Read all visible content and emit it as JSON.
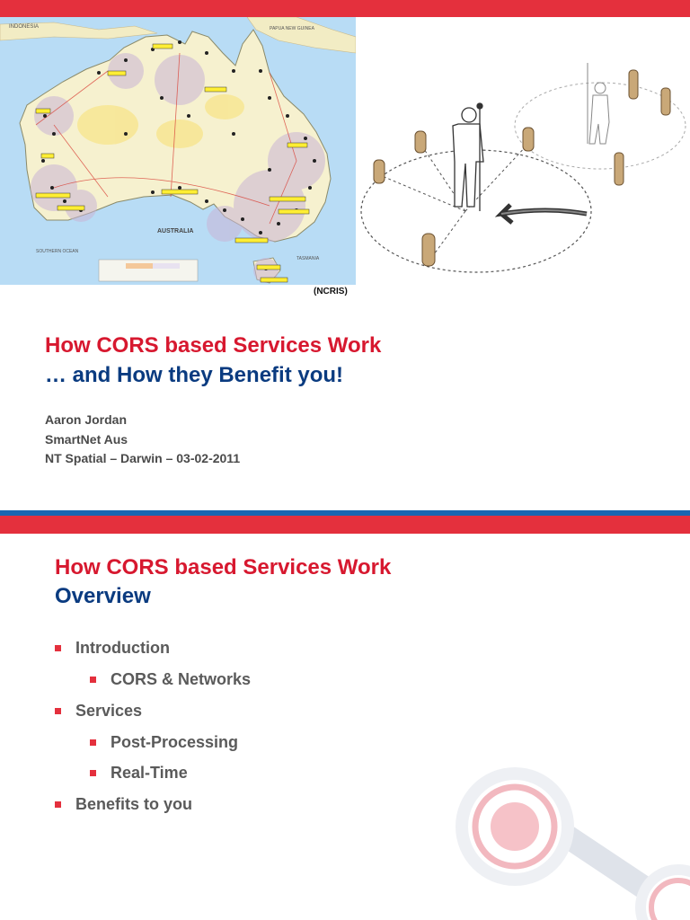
{
  "slide1": {
    "map": {
      "labels": [
        "INDONESIA",
        "PAPUA NEW GUINEA",
        "AUSTRALIA",
        "SOUTHERN OCEAN",
        "TASMANIA"
      ]
    },
    "image_credit": "(NCRIS)",
    "title_line1": "How CORS based Services Work",
    "title_line2": "… and How they Benefit you!",
    "author_name": "Aaron Jordan",
    "author_org": "SmartNet Aus",
    "author_event": "NT Spatial – Darwin – 03-02-2011"
  },
  "slide2": {
    "title_line1": "How CORS based Services Work",
    "title_line2": "Overview",
    "bullets": [
      {
        "text": "Introduction",
        "level": 1
      },
      {
        "text": "CORS & Networks",
        "level": 2
      },
      {
        "text": "Services",
        "level": 1
      },
      {
        "text": "Post-Processing",
        "level": 2
      },
      {
        "text": "Real-Time",
        "level": 2
      },
      {
        "text": "Benefits to you",
        "level": 1
      }
    ]
  },
  "colors": {
    "brand_red": "#e4303d",
    "title_red": "#d7182f",
    "title_blue": "#0a3b80",
    "divider_blue": "#1a66b0"
  }
}
